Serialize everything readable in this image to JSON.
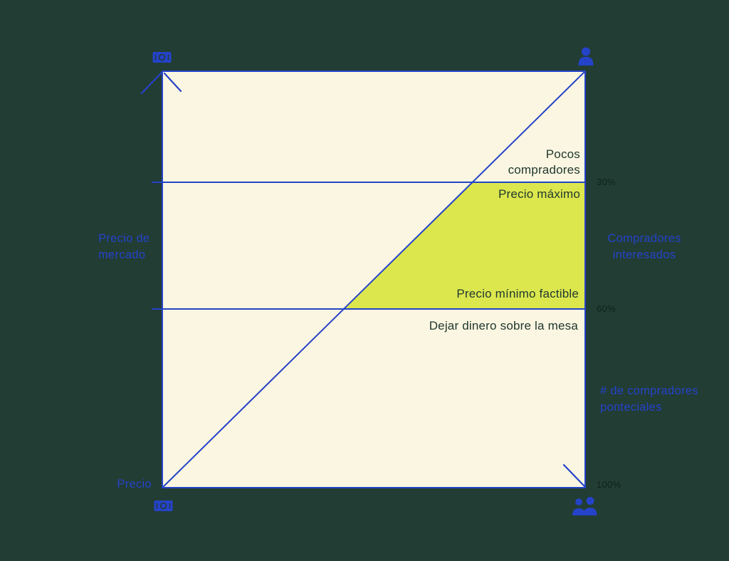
{
  "colors": {
    "background": "#223d34",
    "chart-bg": "#fbf6e1",
    "blue": "#2543c9",
    "highlight": "#dce74d",
    "dark-text": "#203830",
    "percent-text": "#0d221c"
  },
  "labels": {
    "pocos_compradores": "Pocos compradores",
    "precio_maximo": "Precio máximo",
    "precio_minimo_factible": "Precio mínimo factible",
    "dejar_dinero": "Dejar dinero sobre la mesa",
    "precio_de_mercado": "Precio de mercado",
    "compradores_interesados": "Compradores interesados",
    "compradores_potenciales": "# de compradores ponteciales",
    "precio": "Precio",
    "pct_30": "30%",
    "pct_60": "60%",
    "pct_100": "100%"
  },
  "icons": {
    "top_left": "money-bill-icon",
    "top_right": "person-icon",
    "bottom_left": "money-bill-icon",
    "bottom_right": "people-icon"
  },
  "chart_data": {
    "type": "area",
    "y_axis_label": "Precio de mercado",
    "x_axis_label": "# de compradores ponteciales",
    "right_axis_label": "Compradores interesados",
    "origin_label": "Precio",
    "threshold_lines_pct": [
      30,
      60,
      100
    ],
    "diagonal_line": {
      "from_pct": [
        100,
        0
      ],
      "to_pct": [
        0,
        100
      ]
    },
    "highlight_region": {
      "color": "#dce74d",
      "between_pct": [
        30,
        60
      ],
      "bounded_by": [
        "30% line",
        "60% line",
        "diagonal line",
        "right edge"
      ],
      "label_top": "Precio máximo",
      "label_bottom": "Precio mínimo factible"
    },
    "annotations": [
      "Pocos compradores",
      "Precio máximo",
      "Precio mínimo factible",
      "Dejar dinero sobre la mesa"
    ],
    "legend": "none",
    "grid": "off"
  }
}
